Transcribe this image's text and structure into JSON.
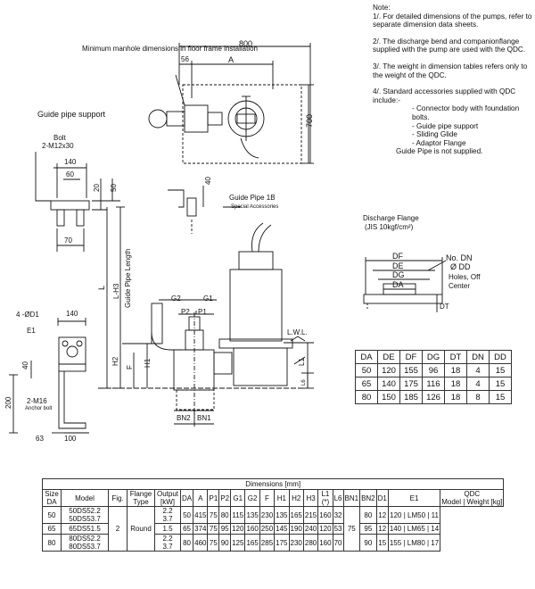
{
  "notes": {
    "title": "Note:",
    "n1": "1/. For detailed dimensions of the pumps, refer to separate dimension data sheets.",
    "n2": "2/. The discharge bend and companionflange supplied with the pump are used with the QDC.",
    "n3": "3/. The weight in dimension tables refers only to the weight of the QDC.",
    "n4": "4/. Standard accessories supplied with QDC include:-",
    "acc": [
      "- Connector body with foundation bolts.",
      "- Guide pipe support",
      "- Sliding Glide",
      "- Adaptor Flange"
    ],
    "tail": "Guide Pipe is not supplied."
  },
  "labels": {
    "manhole": "Minimum manhole dimensions in floor frame installation",
    "dim800": "800",
    "dim56": "56",
    "dimA": "A",
    "dim700": "700",
    "guide_support": "Guide pipe support",
    "bolt": "Bolt",
    "bolt_size": "2-M12x30",
    "d140": "140",
    "d60": "60",
    "d70": "70",
    "d20": "20",
    "d50": "50",
    "d40": "40",
    "guide_pipe": "Guide Pipe 1B",
    "special": "Special Accessories",
    "L": "L",
    "LH3": "L-H3",
    "gpl": "Guide Pipe Length",
    "H2": "H2",
    "F": "F",
    "H1": "H1",
    "G2": "G2",
    "G1": "G1",
    "P2": "P2",
    "P1": "P1",
    "BN2": "BN2",
    "BN1": "BN1",
    "L1": "L1",
    "L6": "L6",
    "LWL": "L.W.L.",
    "hole": "4 -ØD1",
    "E1": "E1",
    "d140b": "140",
    "d40b": "40",
    "d200": "200",
    "m16": "2-M16",
    "anchor": "Anchor bolt",
    "d63": "63",
    "d100": "100",
    "disch": "Discharge Flange",
    "jis": "(JIS 10kgf/cm²)",
    "DF": "DF",
    "DE": "DE",
    "DG": "DG",
    "DA": "DA",
    "DT": "DT",
    "noDN": "No. DN",
    "dDD": "Ø DD",
    "holes": "Holes, Off",
    "center": "Center"
  },
  "flange_table": {
    "headers": [
      "DA",
      "DE",
      "DF",
      "DG",
      "DT",
      "DN",
      "DD"
    ],
    "rows": [
      [
        "50",
        "120",
        "155",
        "96",
        "18",
        "4",
        "15"
      ],
      [
        "65",
        "140",
        "175",
        "116",
        "18",
        "4",
        "15"
      ],
      [
        "80",
        "150",
        "185",
        "126",
        "18",
        "8",
        "15"
      ]
    ]
  },
  "dim_table": {
    "title": "Dimensions [mm]",
    "h": {
      "size": "Size DA",
      "model": "Model",
      "fig": "Fig.",
      "flange": "Flange Type",
      "output": "Output [kW]",
      "DA": "DA",
      "A": "A",
      "P1": "P1",
      "P2": "P2",
      "G1": "G1",
      "G2": "G2",
      "F": "F",
      "H1": "H1",
      "H2": "H2",
      "H3": "H3",
      "L1": "L1",
      "L1b": "(*)",
      "L6": "L6",
      "BN1": "BN1",
      "BN2": "BN2",
      "D1": "D1",
      "E1": "E1",
      "qdc": "QDC",
      "qmodel": "Model",
      "weight": "Weight [kg]"
    },
    "fig": "2",
    "flange_type": "Round",
    "L6": "75",
    "rows": [
      {
        "models": [
          "50DS52.2",
          "50DS53.7"
        ],
        "outputs": [
          "2.2",
          "3.7"
        ],
        "size": "50",
        "v": [
          "50",
          "415",
          "75",
          "80",
          "115",
          "135",
          "230",
          "135",
          "165",
          "215",
          "160",
          "32"
        ],
        "bn2": "80",
        "d1": "12",
        "e1": "120",
        "qm": "LM50",
        "w": "11"
      },
      {
        "models": [
          "65DS51.5"
        ],
        "outputs": [
          "1.5"
        ],
        "size": "65",
        "v": [
          "65",
          "374",
          "75",
          "95",
          "120",
          "160",
          "250",
          "145",
          "190",
          "240",
          "120",
          "53"
        ],
        "bn2": "95",
        "d1": "12",
        "e1": "140",
        "qm": "LM65",
        "w": "14"
      },
      {
        "models": [
          "80DS52.2",
          "80DS53.7"
        ],
        "outputs": [
          "2.2",
          "3.7"
        ],
        "size": "80",
        "v": [
          "80",
          "460",
          "75",
          "90",
          "125",
          "165",
          "285",
          "175",
          "230",
          "280",
          "160",
          "70"
        ],
        "bn2": "90",
        "d1": "15",
        "e1": "155",
        "qm": "LM80",
        "w": "17"
      }
    ]
  }
}
